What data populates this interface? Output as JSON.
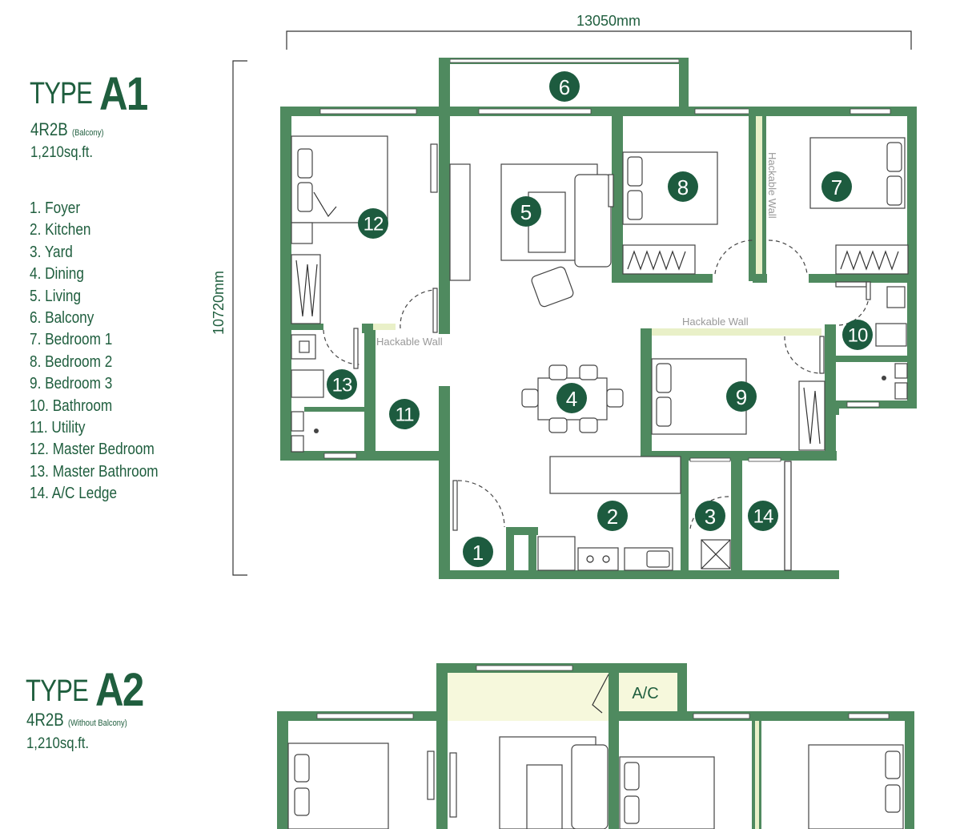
{
  "a1": {
    "type_word": "TYPE",
    "type_code": "A1",
    "config": "4R2B",
    "config_note": "(Balcony)",
    "area": "1,210sq.ft.",
    "dimension_width": "13050mm",
    "dimension_height": "10720mm",
    "legend": [
      "1. Foyer",
      "2. Kitchen",
      "3. Yard",
      "4. Dining",
      "5. Living",
      "6. Balcony",
      "7. Bedroom 1",
      "8. Bedroom 2",
      "9. Bedroom 3",
      "10. Bathroom",
      "11. Utility",
      "12. Master Bedroom",
      "13. Master Bathroom",
      "14. A/C Ledge"
    ],
    "markers": [
      "1",
      "2",
      "3",
      "4",
      "5",
      "6",
      "7",
      "8",
      "9",
      "10",
      "11",
      "12",
      "13",
      "14"
    ],
    "hackable_wall_label": "Hackable Wall"
  },
  "a2": {
    "type_word": "TYPE",
    "type_code": "A2",
    "config": "4R2B",
    "config_note": "(Without Balcony)",
    "area": "1,210sq.ft.",
    "ac_label": "A/C"
  },
  "colors": {
    "brand_green": "#1f5e3e",
    "wall_green": "#4f8a5f",
    "marker_green": "#1d5b3f",
    "hackable_fill": "#e9f0c8",
    "ledge_fill": "#f6f8dc"
  }
}
